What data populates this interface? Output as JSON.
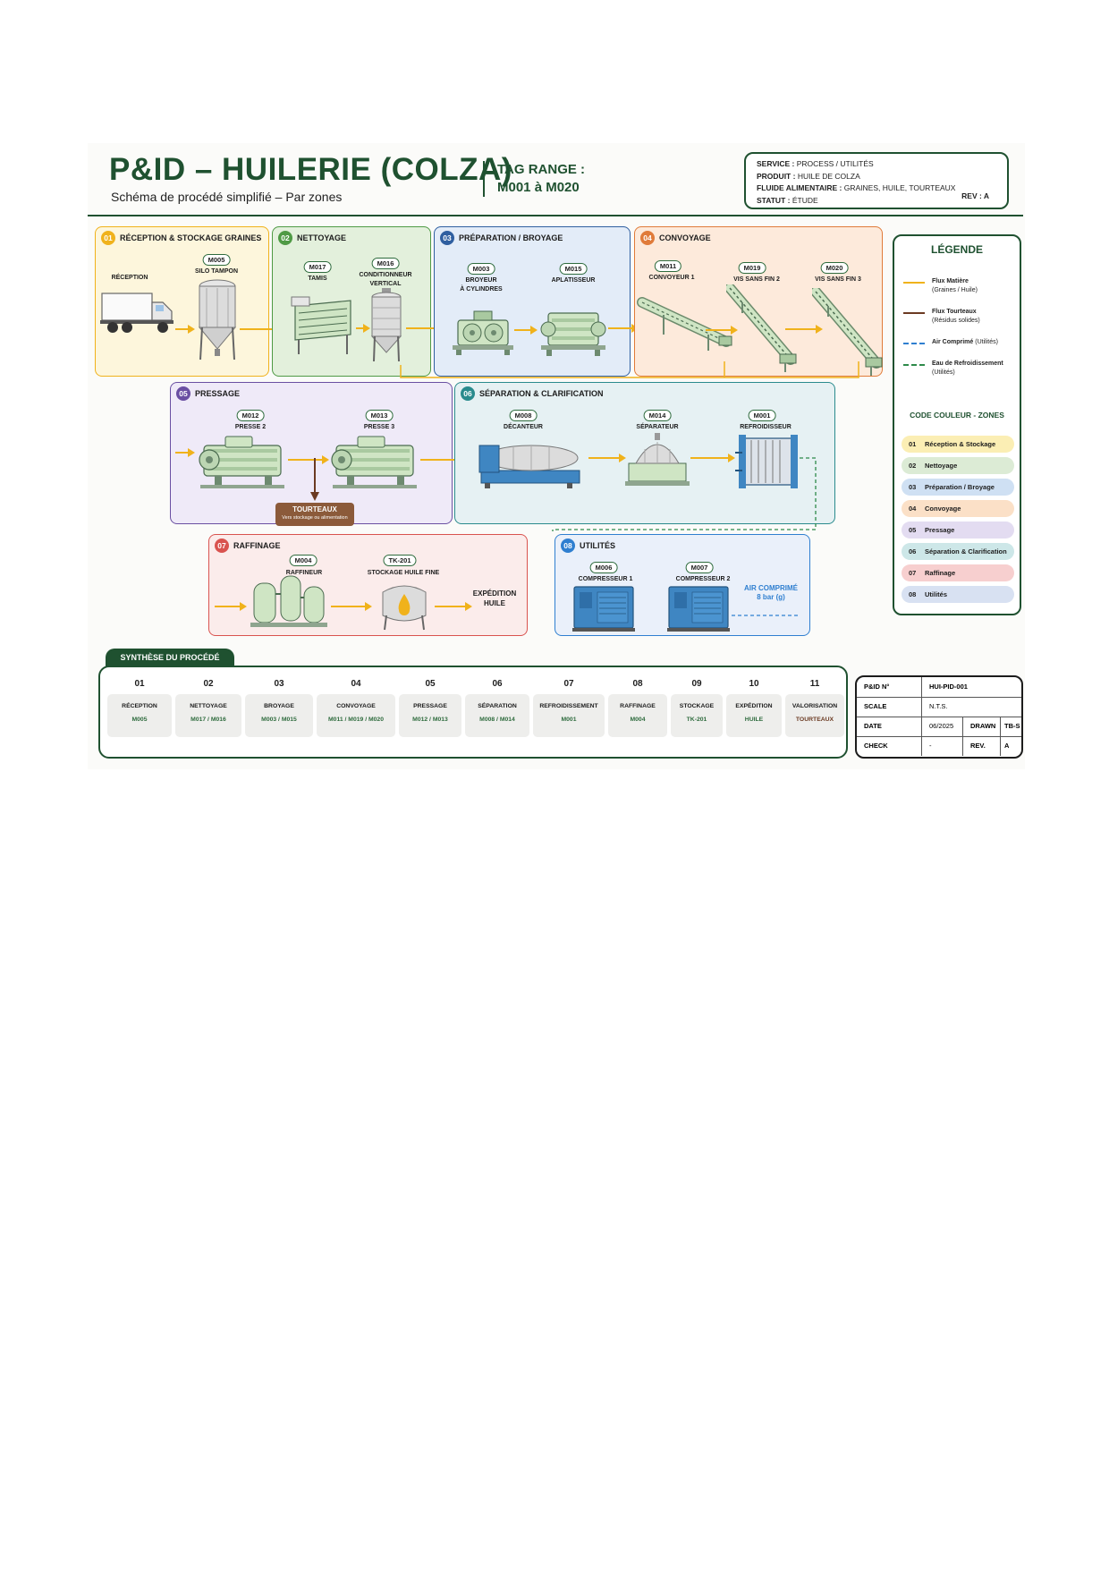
{
  "header": {
    "title": "P&ID – HUILERIE (COLZA)",
    "subtitle": "Schéma de procédé simplifié – Par zones",
    "tag_range_label": "TAG RANGE :",
    "tag_range_value": "M001 à M020",
    "info": {
      "service_label": "SERVICE :",
      "service": "PROCESS / UTILITÉS",
      "produit_label": "PRODUIT :",
      "produit": "HUILE DE COLZA",
      "fluide_label": "FLUIDE ALIMENTAIRE :",
      "fluide": "GRAINES, HUILE, TOURTEAUX",
      "statut_label": "STATUT :",
      "statut": "ÉTUDE",
      "rev_label": "REV :",
      "rev": "A"
    }
  },
  "zones": {
    "z01": {
      "num": "01",
      "title": "RÉCEPTION & STOCKAGE GRAINES",
      "reception": "RÉCEPTION",
      "m005_tag": "M005",
      "m005_name": "SILO TAMPON"
    },
    "z02": {
      "num": "02",
      "title": "NETTOYAGE",
      "m017_tag": "M017",
      "m017_name": "TAMIS",
      "m016_tag": "M016",
      "m016_name": "CONDITIONNEUR",
      "m016_name2": "VERTICAL"
    },
    "z03": {
      "num": "03",
      "title": "PRÉPARATION / BROYAGE",
      "m003_tag": "M003",
      "m003_name": "BROYEUR",
      "m003_name2": "À CYLINDRES",
      "m015_tag": "M015",
      "m015_name": "APLATISSEUR"
    },
    "z04": {
      "num": "04",
      "title": "CONVOYAGE",
      "m011_tag": "M011",
      "m011_name": "CONVOYEUR 1",
      "m019_tag": "M019",
      "m019_name": "VIS SANS FIN 2",
      "m020_tag": "M020",
      "m020_name": "VIS SANS FIN 3"
    },
    "z05": {
      "num": "05",
      "title": "PRESSAGE",
      "m012_tag": "M012",
      "m012_name": "PRESSE 2",
      "m013_tag": "M013",
      "m013_name": "PRESSE 3",
      "tourteaux": "TOURTEAUX",
      "tourteaux_sub": "Vers stockage ou alimentation"
    },
    "z06": {
      "num": "06",
      "title": "SÉPARATION & CLARIFICATION",
      "m008_tag": "M008",
      "m008_name": "DÉCANTEUR",
      "m014_tag": "M014",
      "m014_name": "SÉPARATEUR",
      "m001_tag": "M001",
      "m001_name": "REFROIDISSEUR"
    },
    "z07": {
      "num": "07",
      "title": "RAFFINAGE",
      "m004_tag": "M004",
      "m004_name": "RAFFINEUR",
      "tk_tag": "TK-201",
      "tk_name": "STOCKAGE HUILE FINE",
      "exp": "EXPÉDITION",
      "exp2": "HUILE"
    },
    "z08": {
      "num": "08",
      "title": "UTILITÉS",
      "m006_tag": "M006",
      "m006_name": "COMPRESSEUR 1",
      "m007_tag": "M007",
      "m007_name": "COMPRESSEUR 2",
      "air": "AIR COMPRIMÉ",
      "air2": "8 bar (g)"
    }
  },
  "legend": {
    "title": "LÉGENDE",
    "items": [
      {
        "label": "Flux Matière",
        "sub": "(Graines / Huile)",
        "color": "#f0b21b"
      },
      {
        "label": "Flux Tourteaux",
        "sub": "(Résidus solides)",
        "color": "#6b3a22"
      },
      {
        "label": "Air Comprimé",
        "sub": "(Utilités)",
        "color": "#2f7fd0"
      },
      {
        "label": "Eau de Refroidissement",
        "sub": "(Utilités)",
        "color": "#2e8a4a"
      }
    ],
    "codes_title": "CODE COULEUR - ZONES",
    "codes": [
      {
        "num": "01",
        "label": "Réception & Stockage",
        "color": "#fbeeb4"
      },
      {
        "num": "02",
        "label": "Nettoyage",
        "color": "#dcebd5"
      },
      {
        "num": "03",
        "label": "Préparation / Broyage",
        "color": "#cfe0f3"
      },
      {
        "num": "04",
        "label": "Convoyage",
        "color": "#fbe0c7"
      },
      {
        "num": "05",
        "label": "Pressage",
        "color": "#e3dcf1"
      },
      {
        "num": "06",
        "label": "Séparation & Clarification",
        "color": "#cde7e8"
      },
      {
        "num": "07",
        "label": "Raffinage",
        "color": "#f7cfcf"
      },
      {
        "num": "08",
        "label": "Utilités",
        "color": "#d8e1f2"
      }
    ]
  },
  "synthesis": {
    "title": "SYNTHÈSE DU PROCÉDÉ",
    "steps": [
      {
        "n": "01",
        "k": "RÉCEPTION",
        "v": "M005"
      },
      {
        "n": "02",
        "k": "NETTOYAGE",
        "v": "M017 / M016"
      },
      {
        "n": "03",
        "k": "BROYAGE",
        "v": "M003 / M015"
      },
      {
        "n": "04",
        "k": "CONVOYAGE",
        "v": "M011 / M019 / M020"
      },
      {
        "n": "05",
        "k": "PRESSAGE",
        "v": "M012 / M013"
      },
      {
        "n": "06",
        "k": "SÉPARATION",
        "v": "M008 / M014"
      },
      {
        "n": "07",
        "k": "REFROIDISSEMENT",
        "v": "M001"
      },
      {
        "n": "08",
        "k": "RAFFINAGE",
        "v": "M004"
      },
      {
        "n": "09",
        "k": "STOCKAGE",
        "v": "TK-201"
      },
      {
        "n": "10",
        "k": "EXPÉDITION",
        "v": "HUILE"
      },
      {
        "n": "11",
        "k": "VALORISATION",
        "v": "TOURTEAUX"
      }
    ]
  },
  "title_block": {
    "pid_label": "P&ID N°",
    "pid": "HUI-PID-001",
    "scale_label": "SCALE",
    "scale": "N.T.S.",
    "date_label": "DATE",
    "date": "06/2025",
    "drawn_label": "DRAWN",
    "drawn": "TB-S",
    "check_label": "CHECK",
    "check": "-",
    "rev_label": "REV.",
    "rev": "A"
  }
}
